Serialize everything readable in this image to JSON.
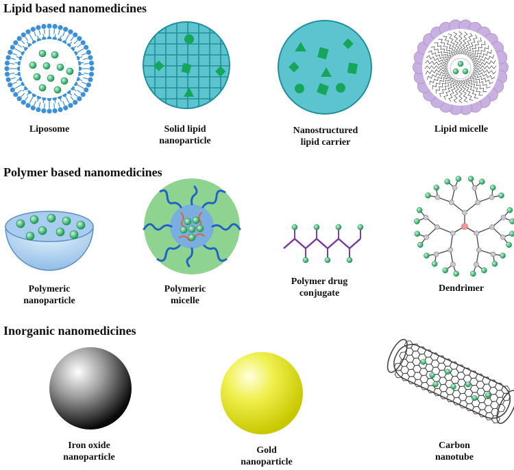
{
  "sections": [
    {
      "heading": "Lipid based nanomedicines",
      "items": [
        {
          "line1": "Liposome",
          "line2": ""
        },
        {
          "line1": "Solid lipid",
          "line2": "nanoparticle"
        },
        {
          "line1": "Nanostructured",
          "line2": "lipid carrier"
        },
        {
          "line1": "Lipid micelle",
          "line2": ""
        }
      ]
    },
    {
      "heading": "Polymer based nanomedicines",
      "items": [
        {
          "line1": "Polymeric",
          "line2": "nanoparticle"
        },
        {
          "line1": "Polymeric",
          "line2": "micelle"
        },
        {
          "line1": "Polymer drug",
          "line2": "conjugate"
        },
        {
          "line1": "Dendrimer",
          "line2": ""
        }
      ]
    },
    {
      "heading": "Inorganic nanomedicines",
      "items": [
        {
          "line1": "Iron oxide",
          "line2": "nanoparticle"
        },
        {
          "line1": "Gold",
          "line2": "nanoparticle"
        },
        {
          "line1": "Carbon",
          "line2": "nanotube"
        }
      ]
    }
  ],
  "colors": {
    "teal_fill": "#5cc4cf",
    "teal_stroke": "#1f8e9a",
    "lipid_blue": "#3d8fd6",
    "drug_green": "#25b565",
    "micelle_purple": "#c8b0e0",
    "polymer_blue": "#b9d6f2",
    "micelle_green": "#8ed38f",
    "conjugate_purple": "#7a3fa0",
    "iron_grey": "#777777",
    "gold_yellow": "#e5e51a",
    "nanotube_grey": "#444444"
  }
}
